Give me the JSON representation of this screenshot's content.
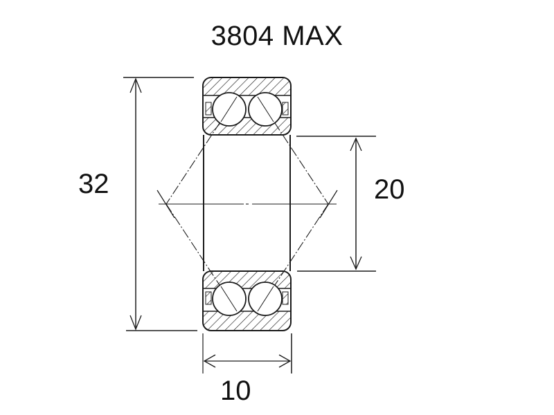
{
  "title": "3804 MAX",
  "dimensions": {
    "outer_diameter": "32",
    "inner_diameter": "20",
    "width": "10"
  },
  "colors": {
    "line": "#1a1a1a",
    "background": "#ffffff"
  }
}
